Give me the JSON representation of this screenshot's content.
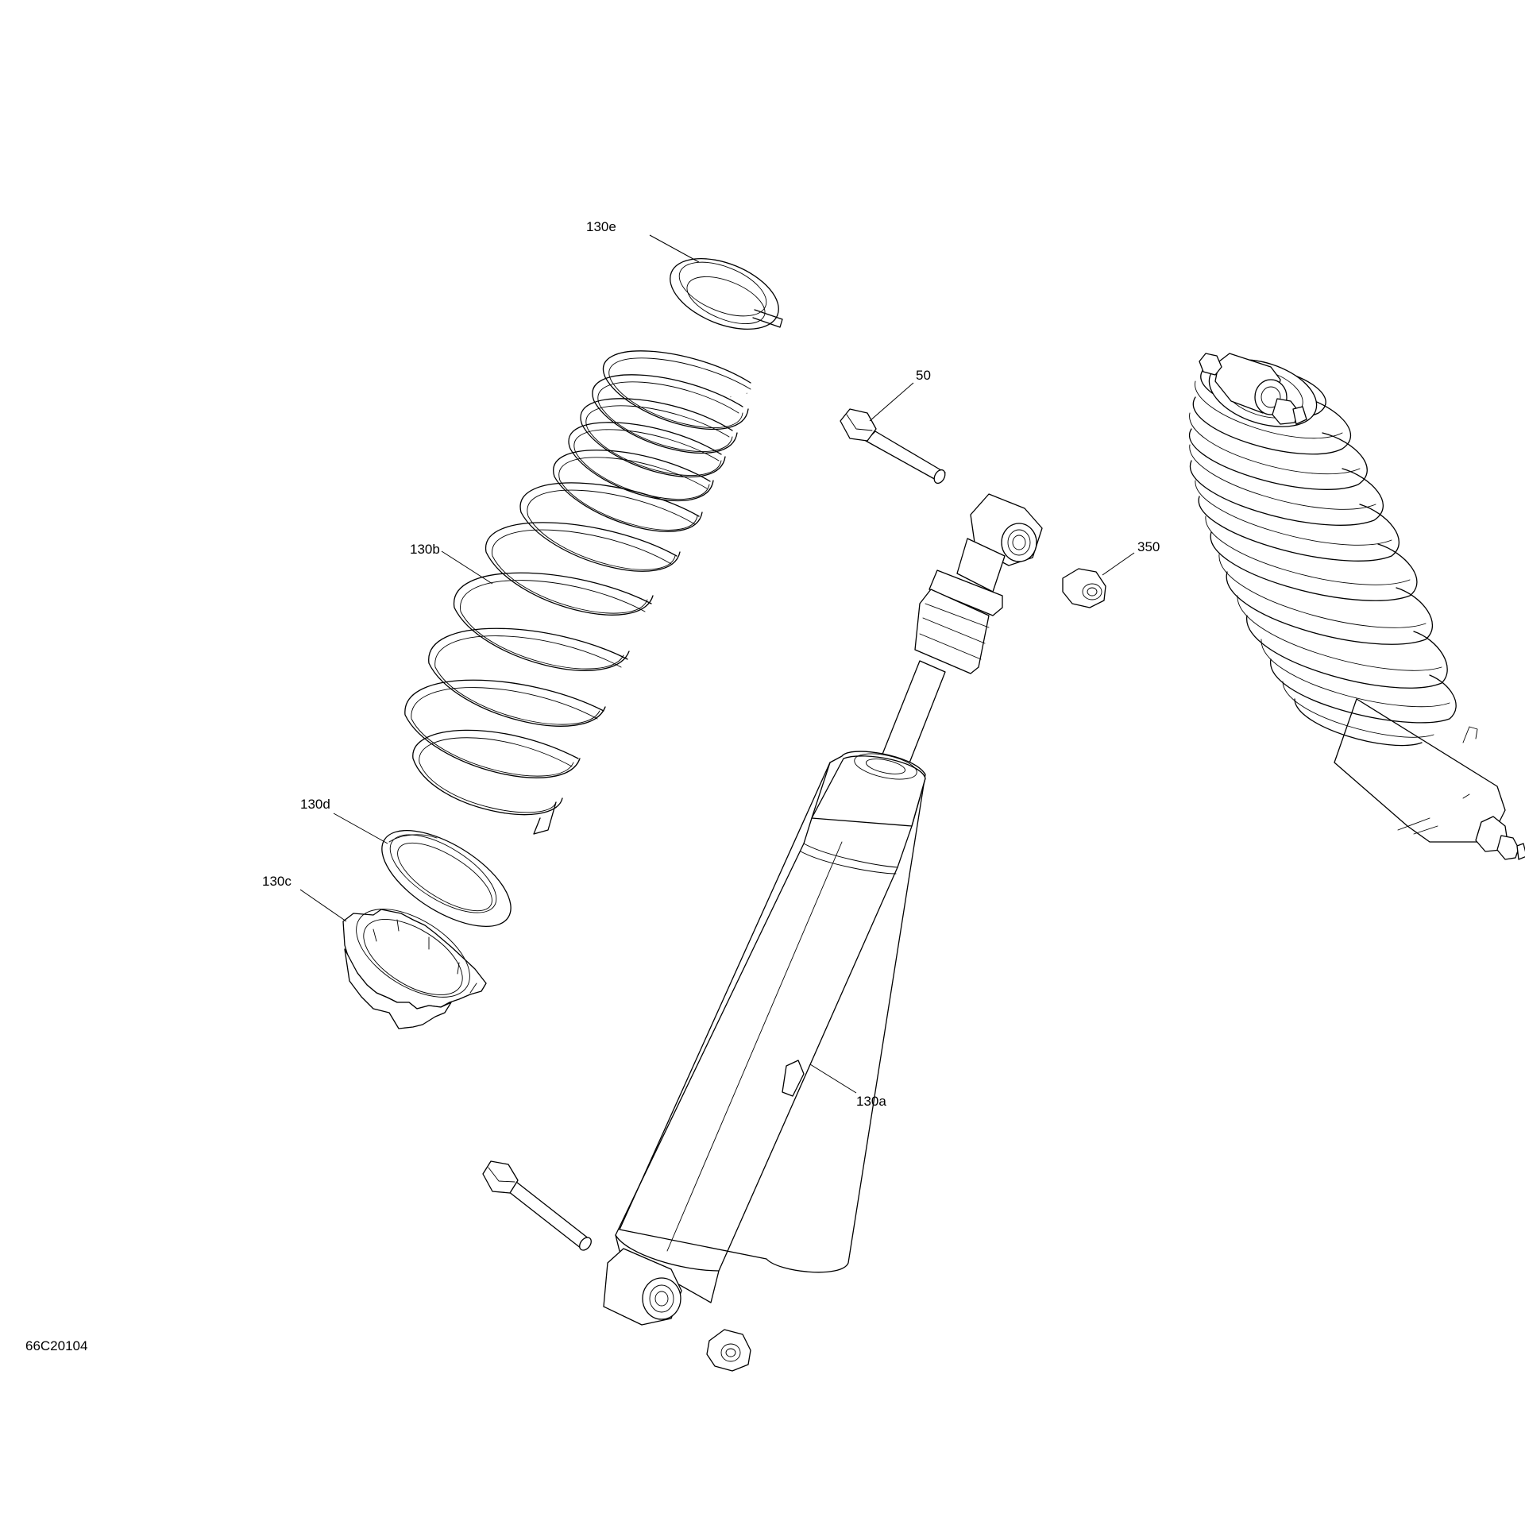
{
  "diagram": {
    "reference_code": "66C20104",
    "callouts": {
      "spring_seat_upper": "130e",
      "coil_spring": "130b",
      "spring_seat_lower": "130d",
      "retainer": "130c",
      "shock_body": "130a",
      "upper_bolt": "50",
      "nut": "350"
    }
  }
}
